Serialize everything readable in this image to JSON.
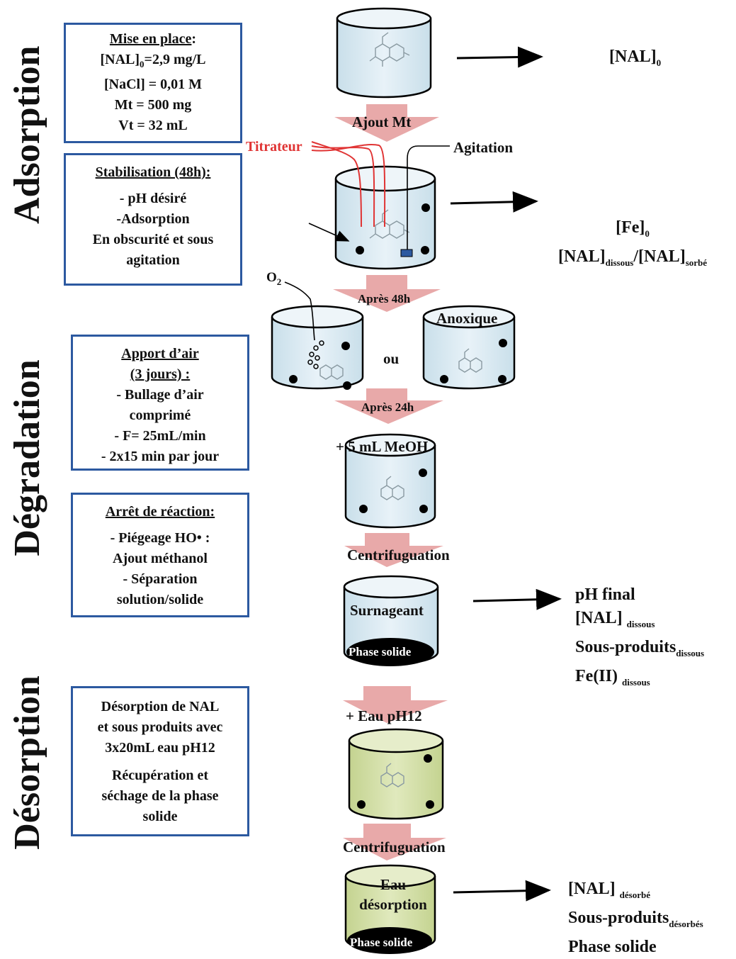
{
  "sections": {
    "adsorption": "Adsorption",
    "degradation": "Dégradation",
    "desorption": "Désorption"
  },
  "boxes": {
    "mise_en_place": {
      "title": "Mise en place",
      "title_suffix": ":",
      "nal0_prefix": "[NAL]",
      "nal0_sub": "0",
      "nal0_value": "=2,9 mg/L",
      "nacl": "[NaCl] = 0,01 M",
      "mt": "Mt = 500 mg",
      "vt": "Vt = 32 mL"
    },
    "stabilisation": {
      "title": "Stabilisation (48h):",
      "line1": "- pH désiré",
      "line2": "-Adsorption",
      "line3": "En obscurité et sous",
      "line4": "agitation"
    },
    "apport_air": {
      "title1": "Apport d’air",
      "title2": "(3 jours) :",
      "line1": "- Bullage d’air",
      "line2": "comprimé",
      "line3": "- F= 25mL/min",
      "line4": "- 2x15 min par jour"
    },
    "arret": {
      "title": "Arrêt de réaction:",
      "line1": "- Piégeage HO• :",
      "line2": "Ajout méthanol",
      "line3": "- Séparation",
      "line4": "solution/solide"
    },
    "desorption": {
      "line1": "Désorption de NAL",
      "line2": "et sous produits avec",
      "line3": "3x20mL eau pH12",
      "line4": "Récupération et",
      "line5": "séchage de la phase",
      "line6": "solide"
    }
  },
  "steps": {
    "ajout_mt": "Ajout Mt",
    "titrateur": "Titrateur",
    "agitation": "Agitation",
    "o2": "O",
    "o2_sub": "2",
    "apres_48h": "Après 48h",
    "ou": "ou",
    "anoxique": "Anoxique",
    "apres_24h": "Après 24h",
    "meoh": "+ 5 mL MeOH",
    "centrifugation1": "Centrifuguation",
    "surnageant": "Surnageant",
    "phase_solide_1": "Phase solide",
    "eau_ph12": "+ Eau pH12",
    "centrifugation2": "Centrifuguation",
    "eau_desorption_1": "Eau",
    "eau_desorption_2": "désorption",
    "phase_solide_2": "Phase solide"
  },
  "results": {
    "r1": {
      "main": "[NAL]",
      "sub": "0"
    },
    "r2": {
      "fe": "[Fe]",
      "fe_sub": "0",
      "nal": "[NAL]",
      "nal_sub1": "dissous",
      "slash": "/[NAL]",
      "nal_sub2": "sorbé"
    },
    "r3": {
      "ph": "pH final",
      "nal": "[NAL] ",
      "nal_sub": "dissous",
      "sp": "Sous-produits",
      "sp_sub": "dissous",
      "fe": "Fe(II) ",
      "fe_sub": "dissous"
    },
    "r4": {
      "nal": "[NAL] ",
      "nal_sub": "désorbé",
      "sp": "Sous-produits",
      "sp_sub": "désorbés",
      "ps": "Phase solide"
    }
  },
  "colors": {
    "box_border": "#2c59a0",
    "beaker_blue": "#dcebf3",
    "beaker_green": "#d3dfa8",
    "arrow_fill": "#e8a9a9",
    "titrator_red": "#e03434"
  }
}
